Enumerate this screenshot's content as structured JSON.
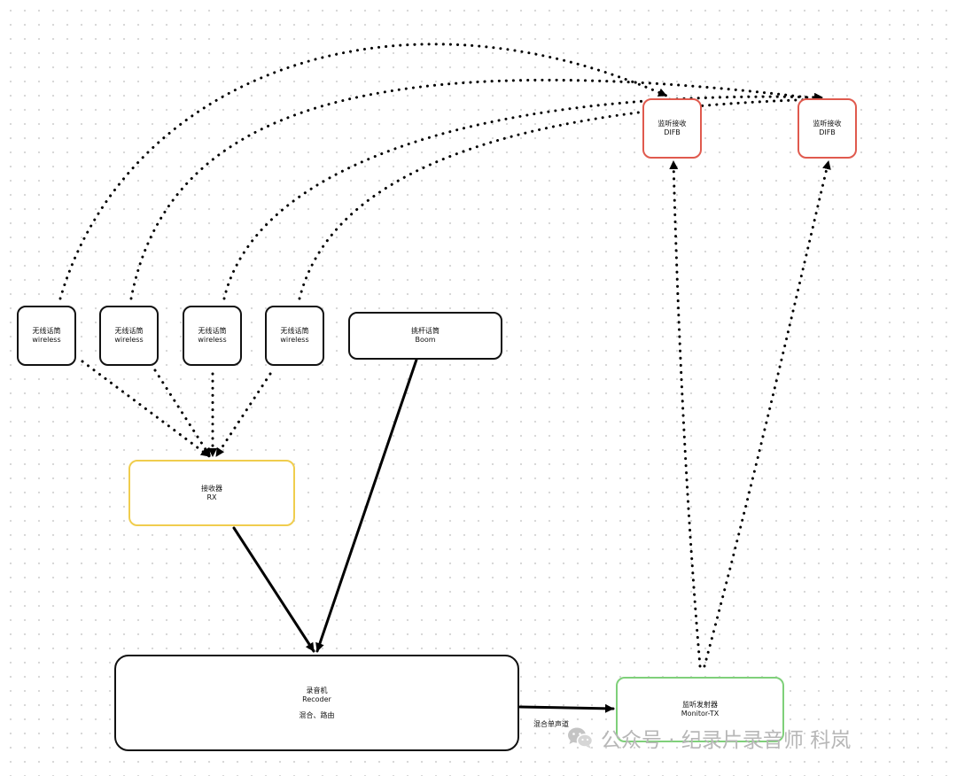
{
  "nodes": {
    "wireless_mic_1": {
      "name_zh": "无线话筒",
      "name_en": "wireless"
    },
    "wireless_mic_2": {
      "name_zh": "无线话筒",
      "name_en": "wireless"
    },
    "wireless_mic_3": {
      "name_zh": "无线话筒",
      "name_en": "wireless"
    },
    "wireless_mic_4": {
      "name_zh": "无线话筒",
      "name_en": "wireless"
    },
    "boom_mic": {
      "name_zh": "挑杆话筒",
      "name_en": "Boom"
    },
    "receiver": {
      "name_zh": "接收器",
      "name_en": "RX"
    },
    "recorder": {
      "name_zh": "录音机",
      "name_en": "Recoder",
      "note": "混合、路由"
    },
    "monitor_tx": {
      "name_zh": "监听发射器",
      "name_en": "Monitor-TX"
    },
    "monitor_rx_1": {
      "name_zh": "监听接收",
      "name_en": "DIFB"
    },
    "monitor_rx_2": {
      "name_zh": "监听接收",
      "name_en": "DIFB"
    }
  },
  "edges": {
    "recorder_to_monitor_label": "混合单声道"
  },
  "watermark": {
    "text": "公众号 · 纪录片录音师 科岚",
    "icon": "wechat-icon",
    "color": "#b7b7b7"
  },
  "colors": {
    "monitor_rx_border": "#e05a4e",
    "receiver_border": "#f0cd4e",
    "monitor_tx_border": "#7fd07a",
    "default_border": "#111111"
  }
}
